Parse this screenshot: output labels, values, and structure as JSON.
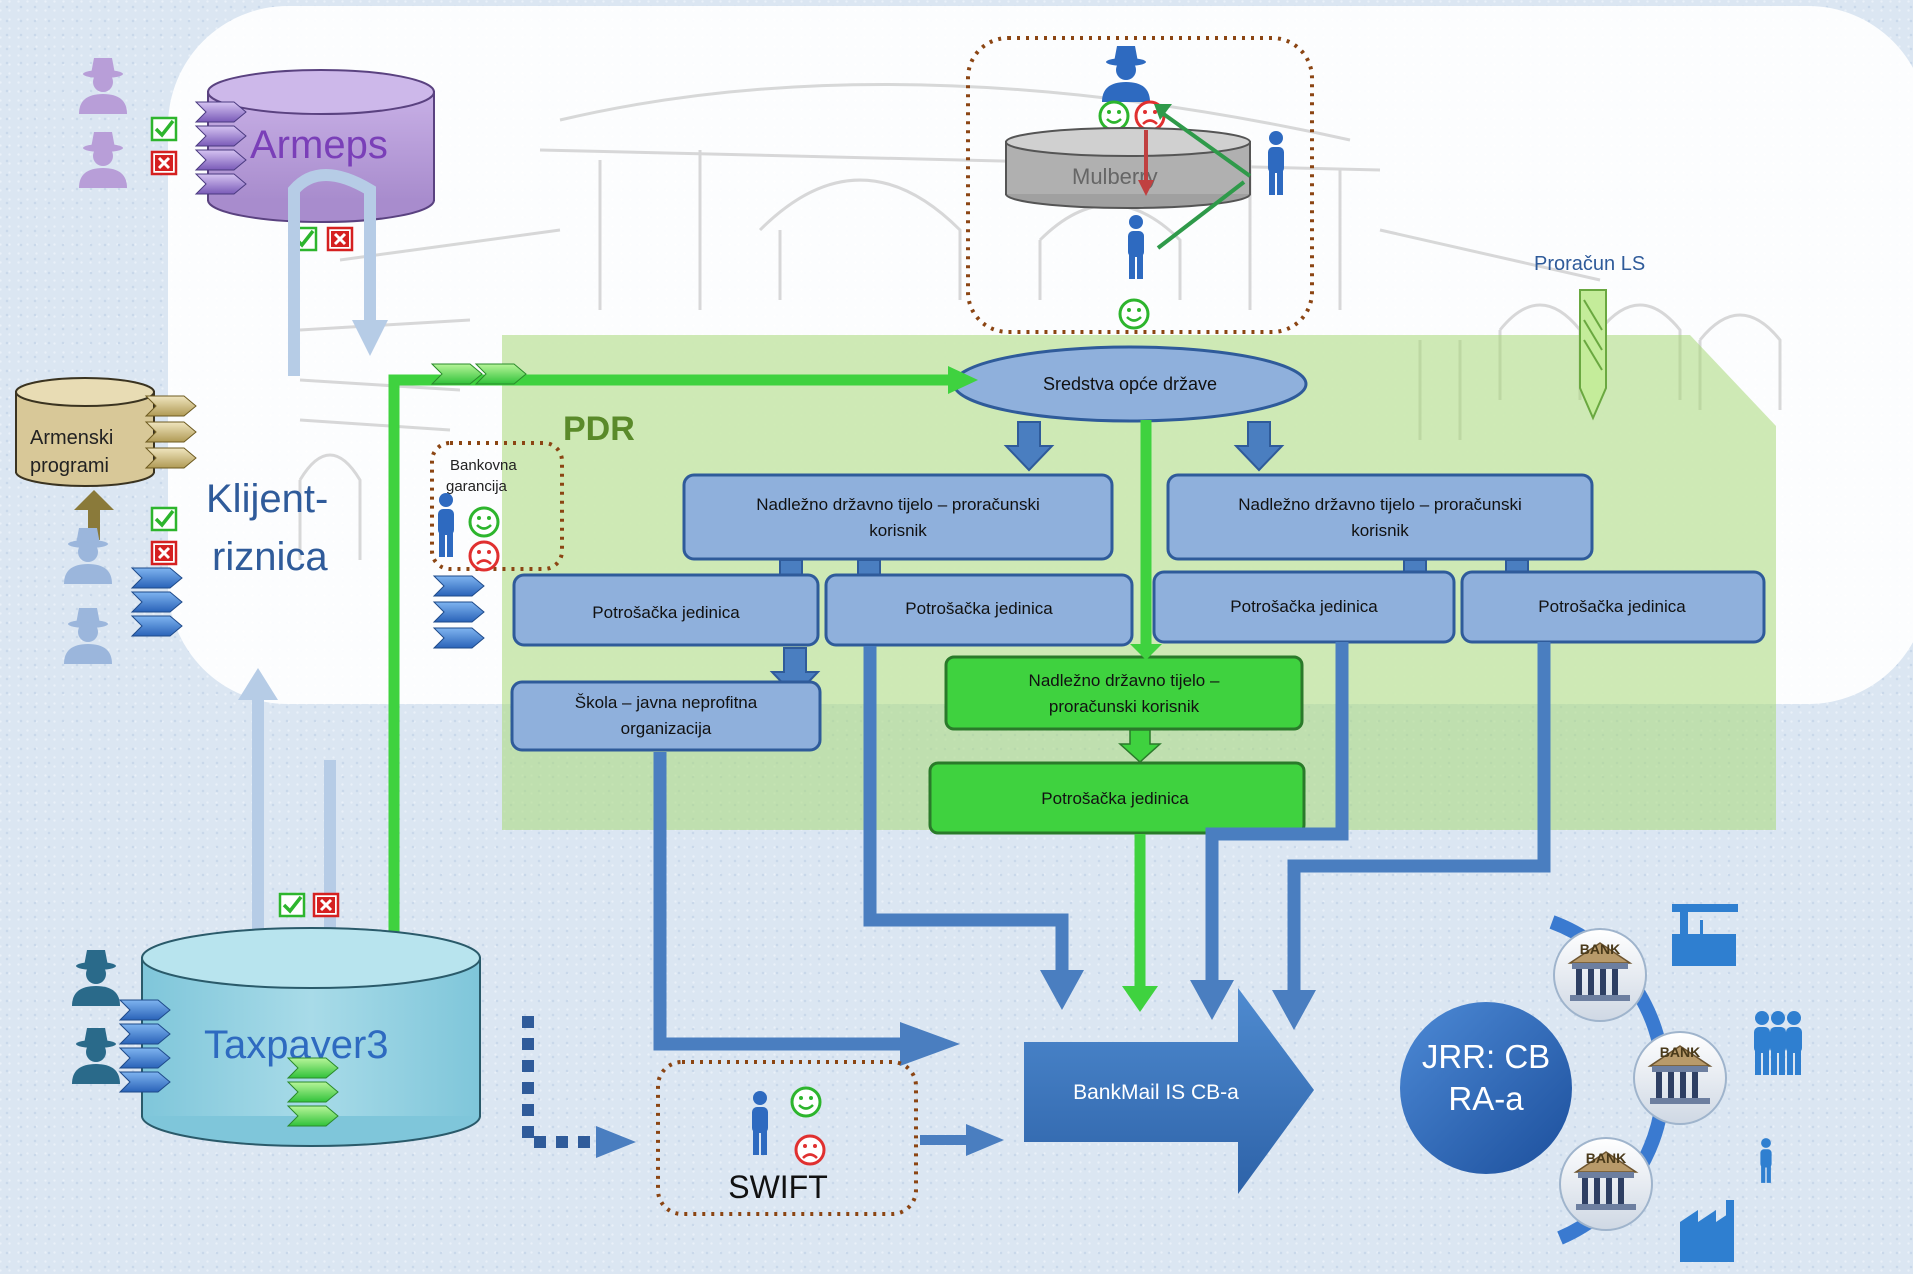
{
  "colors": {
    "accent_green": "#3fd23f",
    "flow_blue": "#4a7ec0",
    "box_blue": "#8fb0dc",
    "zone_green": "#b4dc82",
    "purple_db": "#b79ad6",
    "teal_db": "#8fd0e0",
    "dashed_border": "#8b4513"
  },
  "icons": [
    "agent-icon",
    "person-icon",
    "checkbox-ok-icon",
    "checkbox-x-icon",
    "smiley-icon",
    "frown-icon",
    "bank-icon",
    "crane-icon",
    "factory-icon",
    "group-icon",
    "pencil-icon"
  ],
  "labels": {
    "armeps": "Armeps",
    "armenski": "Armenski programi",
    "klijent": "Klijent-riznica",
    "taxpayer": "Taxpayer3",
    "pdr": "PDR",
    "bankovna": "Bankovna garancija",
    "mulberry": "Mulberry",
    "proracun_ls": "Proračun LS",
    "sredstva": "Sredstva opće države",
    "nadlezno_left": "Nadležno državno tijelo – proračunski korisnik",
    "nadlezno_right": "Nadležno državno tijelo – proračunski korisnik",
    "nadlezno_green": "Nadležno državno tijelo – proračunski korisnik",
    "pj1": "Potrošačka jedinica",
    "pj2": "Potrošačka jedinica",
    "pj3": "Potrošačka jedinica",
    "pj4": "Potrošačka jedinica",
    "pj_green": "Potrošačka jedinica",
    "skola": "Škola – javna neprofitna organizacija",
    "swift": "SWIFT",
    "bankmail": "BankMail IS CB-a",
    "jrr": "JRR: CB RA-a",
    "bank": "BANK"
  }
}
